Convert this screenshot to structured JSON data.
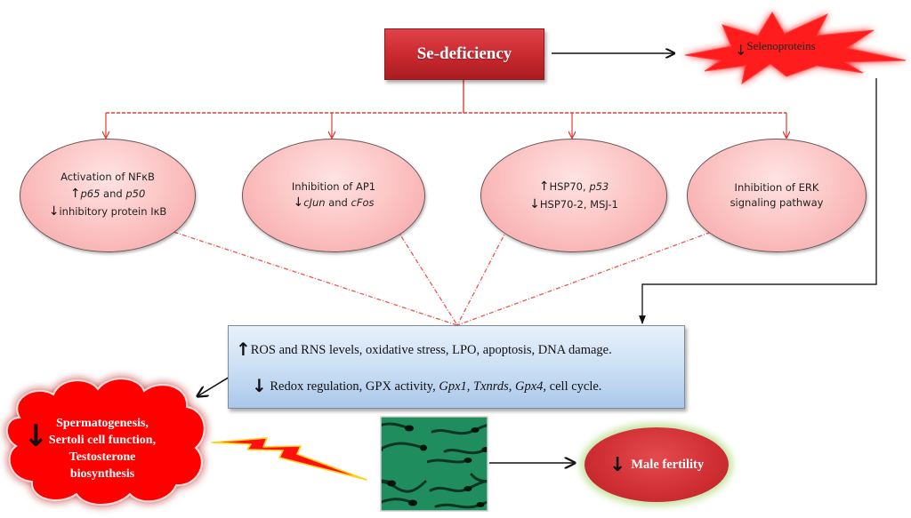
{
  "diagram": {
    "root": {
      "label": "Se-deficiency"
    },
    "selenoproteins": {
      "direction": "down",
      "label": "Selenoproteins"
    },
    "pathways": [
      {
        "lines": [
          {
            "arrow": "",
            "parts": [
              {
                "text": "Activation of NFκB",
                "italic": false
              }
            ]
          },
          {
            "arrow": "up",
            "parts": [
              {
                "text": "p65",
                "italic": true
              },
              {
                "text": " and ",
                "italic": false
              },
              {
                "text": "p50",
                "italic": true
              }
            ]
          },
          {
            "arrow": "down",
            "parts": [
              {
                "text": "inhibitory protein IκB",
                "italic": false
              }
            ]
          }
        ]
      },
      {
        "lines": [
          {
            "arrow": "",
            "parts": [
              {
                "text": "Inhibition of AP1",
                "italic": false
              }
            ]
          },
          {
            "arrow": "down",
            "parts": [
              {
                "text": "cJun",
                "italic": true
              },
              {
                "text": " and ",
                "italic": false
              },
              {
                "text": "cFos",
                "italic": true
              }
            ]
          }
        ]
      },
      {
        "lines": [
          {
            "arrow": "up",
            "parts": [
              {
                "text": "HSP70, ",
                "italic": false
              },
              {
                "text": "p53",
                "italic": true
              }
            ]
          },
          {
            "arrow": "down",
            "parts": [
              {
                "text": "HSP70-2, MSJ-1",
                "italic": false
              }
            ]
          }
        ]
      },
      {
        "lines": [
          {
            "arrow": "",
            "parts": [
              {
                "text": "Inhibition of ERK",
                "italic": false
              }
            ]
          },
          {
            "arrow": "",
            "parts": [
              {
                "text": "signaling pathway",
                "italic": false
              }
            ]
          }
        ]
      }
    ],
    "effects": {
      "increased": {
        "arrow": "up",
        "text": "ROS and RNS levels,  oxidative  stress, LPO, apoptosis,  DNA damage."
      },
      "decreased": {
        "arrow": "down",
        "parts": [
          {
            "text": "Redox regulation,  GPX activity,  ",
            "italic": false
          },
          {
            "text": "Gpx1",
            "italic": true
          },
          {
            "text": ", ",
            "italic": false
          },
          {
            "text": "Txnrds, Gpx4,",
            "italic": true
          },
          {
            "text": " cell cycle.",
            "italic": false
          }
        ]
      }
    },
    "testis_effects": {
      "arrow": "down",
      "lines": [
        "Spermatogenesis,",
        "Sertoli cell function,",
        "Testosterone",
        "biosynthesis"
      ]
    },
    "sperm_image": {
      "icon": "sperm-micrograph-image"
    },
    "outcome": {
      "arrow": "down",
      "label": "Male fertility"
    },
    "colors": {
      "root_box": "#c8282e",
      "burst": "#ff1a1a",
      "ellipse_fill": "#fbc0c0",
      "connector_red": "#e53935",
      "effects_box": "#c9def4",
      "cloud": "#ff0000",
      "lightning": "#ff1010",
      "lightning_edge": "#ffd21a",
      "outcome_glow": "#c9e5a6"
    }
  }
}
